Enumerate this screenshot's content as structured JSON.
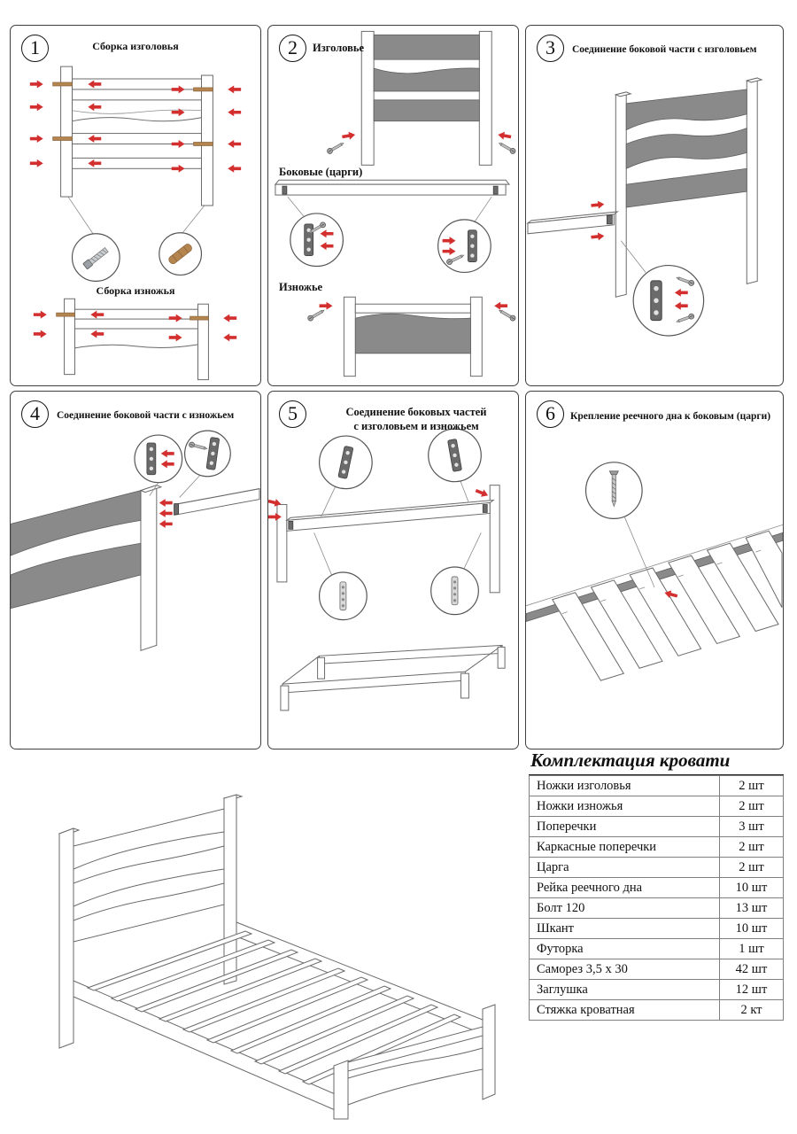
{
  "colors": {
    "panel_gray": "#8a8a8a",
    "arrow_red": "#d32f2f",
    "wood_tan": "#b5854f"
  },
  "steps": [
    {
      "number": "1",
      "labels": {
        "top": "Сборка изголовья",
        "bottom": "Сборка изножья"
      }
    },
    {
      "number": "2",
      "labels": {
        "top": "Изголовье",
        "middle": "Боковые (царги)",
        "bottom": "Изножье"
      }
    },
    {
      "number": "3",
      "title": "Соединение боковой части с изголовьем"
    },
    {
      "number": "4",
      "title": "Соединение боковой части с изножьем"
    },
    {
      "number": "5",
      "title_line1": "Соединение боковых частей",
      "title_line2": "с изголовьем и изножьем"
    },
    {
      "number": "6",
      "title": "Крепление реечного дна к боковым (царги)"
    }
  ],
  "parts_table": {
    "title": "Комплектация кровати",
    "rows": [
      {
        "name": "Ножки изголовья",
        "qty": "2 шт"
      },
      {
        "name": "Ножки изножья",
        "qty": "2 шт"
      },
      {
        "name": "Поперечки",
        "qty": "3 шт"
      },
      {
        "name": "Каркасные поперечки",
        "qty": "2 шт"
      },
      {
        "name": "Царга",
        "qty": "2 шт"
      },
      {
        "name": "Рейка реечного дна",
        "qty": "10 шт"
      },
      {
        "name": "Болт 120",
        "qty": "13 шт"
      },
      {
        "name": "Шкант",
        "qty": "10 шт"
      },
      {
        "name": "Футорка",
        "qty": "1 шт"
      },
      {
        "name": "Саморез 3,5 х 30",
        "qty": "42 шт"
      },
      {
        "name": "Заглушка",
        "qty": "12 шт"
      },
      {
        "name": "Стяжка кроватная",
        "qty": "2 кт"
      }
    ]
  }
}
